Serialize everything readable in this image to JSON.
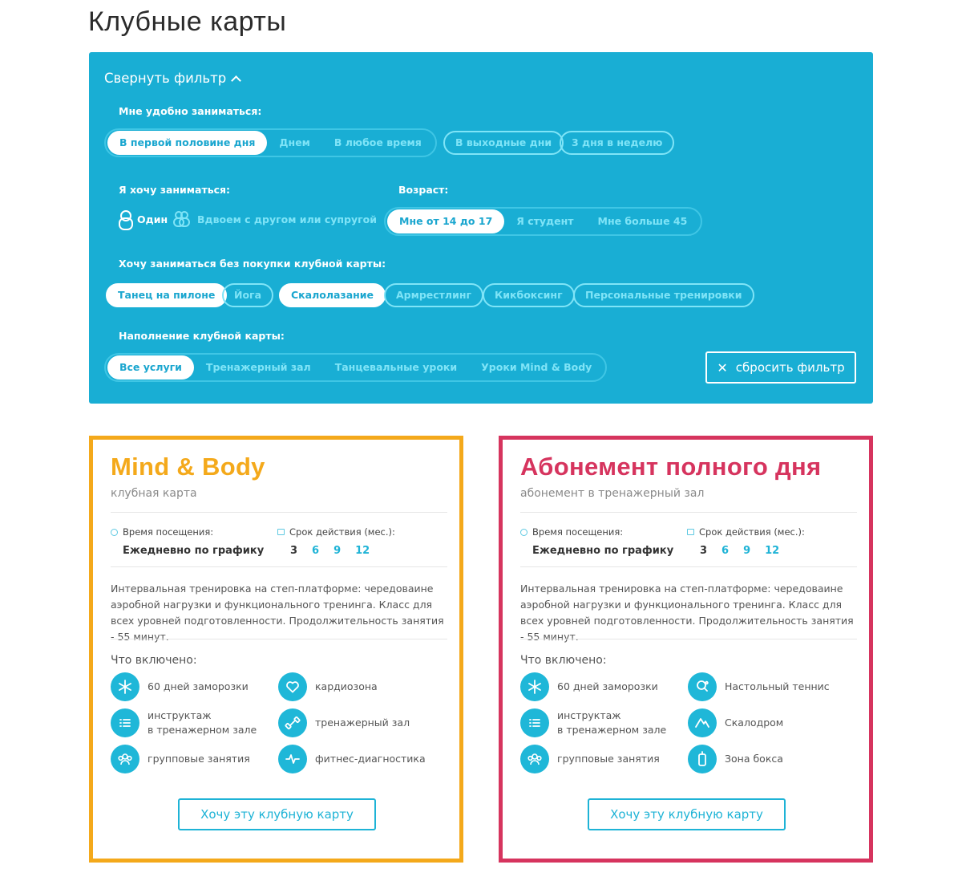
{
  "page": {
    "title": "Клубные карты"
  },
  "filter": {
    "collapse_label": "Свернуть фильтр",
    "schedule_label": "Мне удобно заниматься:",
    "schedule_options": [
      "В первой половине дня",
      "Днем",
      "В любое время"
    ],
    "schedule_selected": "В первой половине дня",
    "extra_options": [
      "В выходные дни",
      "3 дня в неделю"
    ],
    "company_label": "Я хочу заниматься:",
    "company_options": [
      "Один",
      "Вдвоем с другом или супругой"
    ],
    "company_selected": "Один",
    "age_label": "Возраст:",
    "age_options": [
      "Мне от 14 до 17",
      "Я студент",
      "Мне больше 45"
    ],
    "age_selected": "Мне от 14 до 17",
    "nocard_label": "Хочу заниматься без покупки клубной карты:",
    "nocard_options": [
      "Танец на пилоне",
      "Йога",
      "Скалолазание",
      "Армрестлинг",
      "Кикбоксинг",
      "Персональные тренировки"
    ],
    "nocard_selected": [
      "Танец на пилоне",
      "Скалолазание"
    ],
    "content_label": "Наполнение клубной карты:",
    "content_options": [
      "Все услуги",
      "Тренажерный зал",
      "Танцевальные уроки",
      "Уроки Mind & Body"
    ],
    "content_selected": "Все услуги",
    "reset_label": "сбросить фильтр"
  },
  "cards": [
    {
      "title": "Mind & Body",
      "subtitle": "клубная карта",
      "accent_color": "#f4a91b",
      "visit_label": "Время посещения:",
      "visit_value": "Ежедневно по графику",
      "term_label": "Срок действия (мес.):",
      "terms": [
        "3",
        "6",
        "9",
        "12"
      ],
      "term_selected": "3",
      "description": "Интервальная тренировка на степ-платформе: чередоваине аэробной нагрузки и функционального тренинга. Класс для всех уровней подготовленности. Продолжительность занятия - 55 минут.",
      "included_title": "Что включено:",
      "features_left": [
        {
          "icon": "snowflake-icon",
          "label": "60 дней заморозки"
        },
        {
          "icon": "list-icon",
          "label": "инструктаж\nв тренажерном зале"
        },
        {
          "icon": "group-icon",
          "label": "групповые занятия"
        }
      ],
      "features_right": [
        {
          "icon": "heart-icon",
          "label": "кардиозона"
        },
        {
          "icon": "dumbbell-icon",
          "label": "тренажерный зал"
        },
        {
          "icon": "pulse-icon",
          "label": "фитнес-диагностика"
        }
      ],
      "cta": "Хочу эту клубную карту"
    },
    {
      "title": "Абонемент полного дня",
      "subtitle": "абонемент в тренажерный зал",
      "accent_color": "#d6345e",
      "visit_label": "Время посещения:",
      "visit_value": "Ежедневно по графику",
      "term_label": "Срок действия (мес.):",
      "terms": [
        "3",
        "6",
        "9",
        "12"
      ],
      "term_selected": "3",
      "description": "Интервальная тренировка на степ-платформе: чередоваине аэробной нагрузки и функционального тренинга. Класс для всех уровней подготовленности. Продолжительность занятия - 55 минут.",
      "included_title": "Что включено:",
      "features_left": [
        {
          "icon": "snowflake-icon",
          "label": "60 дней заморозки"
        },
        {
          "icon": "list-icon",
          "label": "инструктаж\nв тренажерном зале"
        },
        {
          "icon": "group-icon",
          "label": "групповые занятия"
        }
      ],
      "features_right": [
        {
          "icon": "table-tennis-icon",
          "label": "Настольный теннис"
        },
        {
          "icon": "mountain-icon",
          "label": "Скалодром"
        },
        {
          "icon": "punching-bag-icon",
          "label": "Зона бокса"
        }
      ],
      "cta": "Хочу эту клубную карту"
    }
  ],
  "colors": {
    "filter_bg": "#19aed4",
    "link": "#1eb3d6",
    "icon_bg": "#1fb7d8"
  }
}
